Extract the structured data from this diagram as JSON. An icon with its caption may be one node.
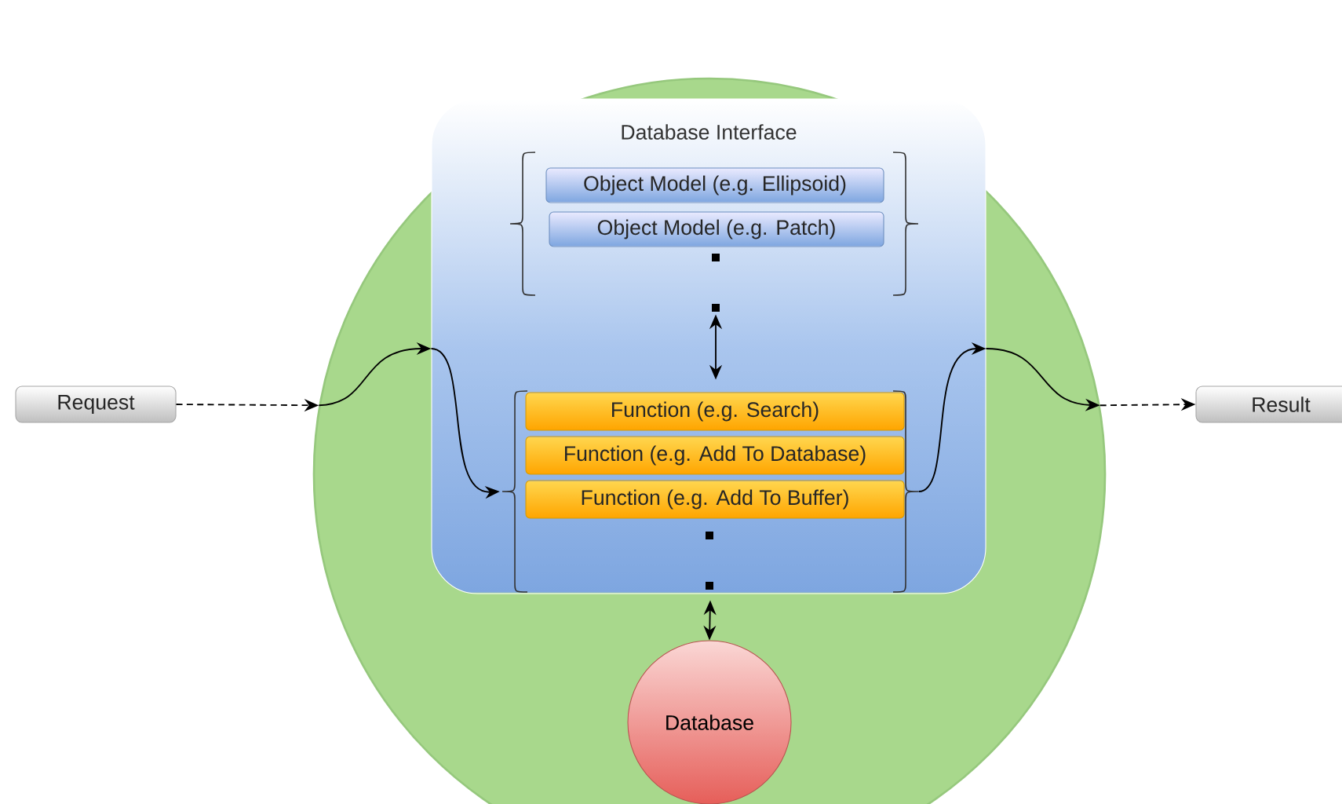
{
  "diagram": {
    "nodes": [
      {
        "text": [
          "Request"
        ]
      },
      {
        "text": [],
        "shape": "circle"
      },
      {
        "text": [
          "Database Interface"
        ],
        "in": 1
      },
      {
        "text": [],
        "shape": "bracket",
        "in": 2
      },
      {
        "text": [
          "Object Model (e.g. Ellipsoid)"
        ],
        "in": 3
      },
      {
        "text": [
          "Object Model (e.g. Patch)"
        ],
        "in": 3
      },
      {
        "text": [],
        "shape": "bracket",
        "in": 2
      },
      {
        "text": [
          "Function (e.g. Search)"
        ],
        "in": 6
      },
      {
        "text": [
          "Function (e.g. Add To Database)"
        ],
        "in": 6
      },
      {
        "text": [
          "Function (e.g. Add To Buffer)"
        ],
        "in": 6
      },
      {
        "text": [
          "Database"
        ],
        "in": 1
      },
      {
        "text": [
          "Result"
        ]
      }
    ],
    "edges": [
      {
        "from": 0,
        "to": 1,
        "arrow": "to",
        "style": "dashed"
      },
      {
        "from": 1,
        "to": 2,
        "arrow": "to"
      },
      {
        "from": 2,
        "to": 6,
        "arrow": "to"
      },
      {
        "from": 3,
        "to": 6,
        "arrow": "both"
      },
      {
        "from": 6,
        "to": 2,
        "arrow": "to"
      },
      {
        "from": 2,
        "to": 1,
        "arrow": "to"
      },
      {
        "from": 1,
        "to": 11,
        "arrow": "to",
        "style": "dashed"
      },
      {
        "from": 6,
        "to": 10,
        "arrow": "both"
      }
    ]
  }
}
